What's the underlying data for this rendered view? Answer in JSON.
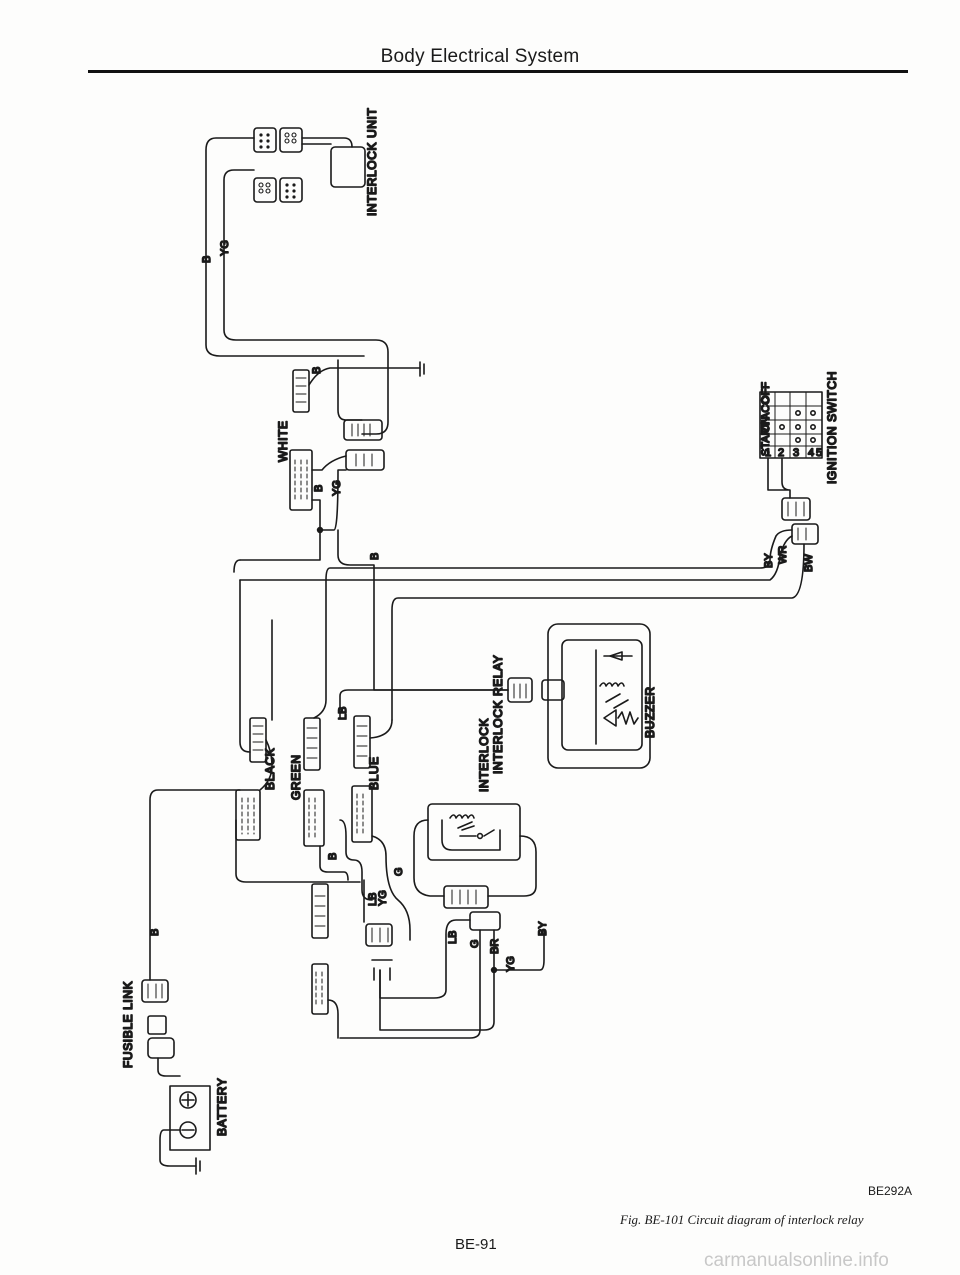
{
  "header": {
    "title": "Body Electrical System"
  },
  "diagram": {
    "components": {
      "interlock_unit": "INTERLOCK UNIT",
      "ignition_switch": "IGNITION SWITCH",
      "buzzer": "BUZZER",
      "interlock_relay": "INTERLOCK RELAY",
      "fusible_link": "FUSIBLE LINK",
      "battery": "BATTERY"
    },
    "connectors": {
      "white": "WHITE",
      "black": "BLACK",
      "green": "GREEN",
      "blue": "BLUE"
    },
    "ignition_switch_positions": [
      "OFF",
      "ACC",
      "ON",
      "START"
    ],
    "ignition_switch_terminals": [
      "1",
      "2",
      "3",
      "4",
      "5"
    ],
    "wire_colors": {
      "b_top": "B",
      "yg_top": "YG",
      "b_white": "B",
      "b_white2": "B",
      "yg_white2": "YG",
      "b_mid": "B",
      "by_ign": "BY",
      "wr_ign": "WR",
      "bw_ign": "BW",
      "lb_blue": "LB",
      "b_lower": "B",
      "lb_lower": "LB",
      "yg_lower": "YG",
      "g_lower": "G",
      "lb_relay": "LB",
      "g_relay": "G",
      "br_relay": "BR",
      "yg_relay": "YG",
      "by_relay": "BY",
      "b_fusible": "B"
    }
  },
  "footer": {
    "figure_ref": "BE292A",
    "caption": "Fig. BE-101 Circuit diagram of interlock relay",
    "page_number": "BE-91",
    "watermark": "carmanualsonline.info"
  }
}
